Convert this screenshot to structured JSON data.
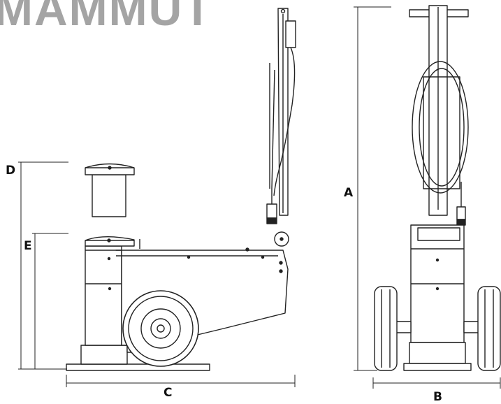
{
  "brand": {
    "logo_text": "MAMMUT",
    "logo_color": "#a4a4a4"
  },
  "labels": {
    "A": "A",
    "B": "B",
    "C": "C",
    "D": "D",
    "E": "E"
  },
  "colors": {
    "line": "#222222",
    "fill": "#ffffff",
    "shade": "#e6e6e6",
    "dark": "#333333"
  }
}
